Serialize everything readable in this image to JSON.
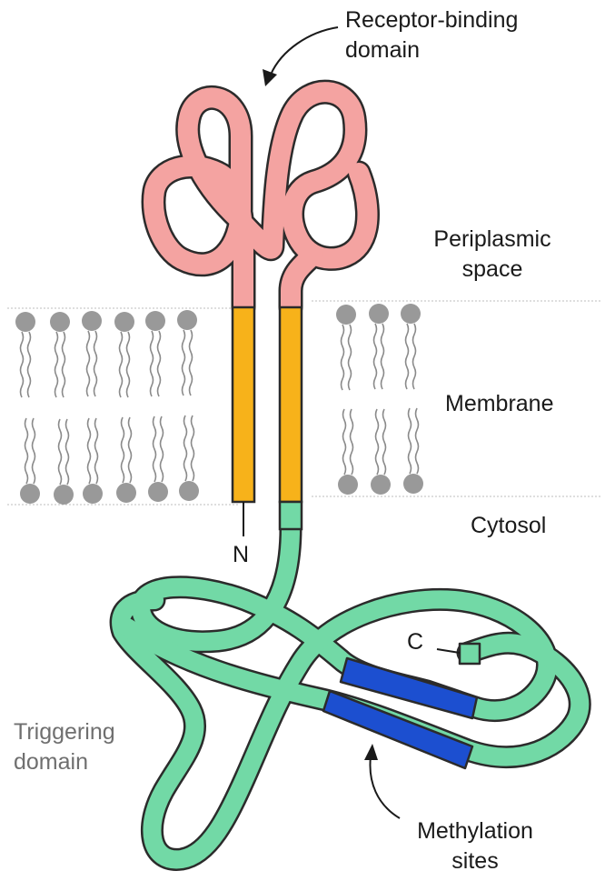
{
  "labels": {
    "receptor_binding_line1": "Receptor-binding",
    "receptor_binding_line2": "domain",
    "periplasmic_line1": "Periplasmic",
    "periplasmic_line2": "space",
    "membrane": "Membrane",
    "cytosol": "Cytosol",
    "n_terminus": "N",
    "c_terminus": "C",
    "triggering_line1": "Triggering",
    "triggering_line2": "domain",
    "methylation_line1": "Methylation",
    "methylation_line2": "sites"
  },
  "colors": {
    "receptor_binding_domain": "#f4a3a1",
    "receptor_outline": "#2b2b2b",
    "transmembrane_helix": "#f7b21a",
    "cytosolic_domain": "#72d9a6",
    "methylation_sites": "#1c4fd0",
    "lipid_heads": "#999999"
  }
}
